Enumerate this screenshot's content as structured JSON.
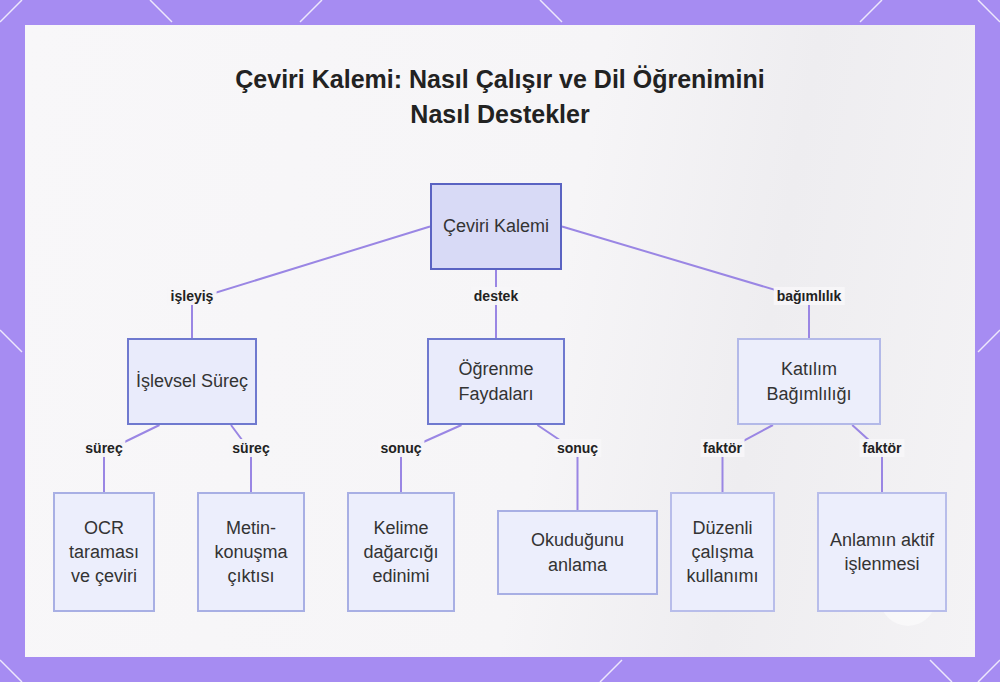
{
  "diagram": {
    "title": "Çeviri Kalemi: Nasıl Çalışır ve Dil Öğrenimini Nasıl Destekler",
    "nodes": [
      {
        "text": [
          "Çeviri Kalemi"
        ]
      },
      {
        "text": [
          "İşlevsel Süreç"
        ]
      },
      {
        "text": [
          "Öğrenme Faydaları"
        ]
      },
      {
        "text": [
          "Katılım Bağımlılığı"
        ]
      },
      {
        "text": [
          "OCR taraması ve çeviri"
        ]
      },
      {
        "text": [
          "Metin-konuşma çıktısı"
        ]
      },
      {
        "text": [
          "Kelime dağarcığı edinimi"
        ]
      },
      {
        "text": [
          "Okuduğunu anlama"
        ]
      },
      {
        "text": [
          "Düzenli çalışma kullanımı"
        ]
      },
      {
        "text": [
          "Anlamın aktif işlenmesi"
        ]
      }
    ],
    "edges": [
      {
        "from": 0,
        "to": 1,
        "label": "işleyiş",
        "arrow": "none"
      },
      {
        "from": 0,
        "to": 2,
        "label": "destek",
        "arrow": "none"
      },
      {
        "from": 0,
        "to": 3,
        "label": "bağımlılık",
        "arrow": "none"
      },
      {
        "from": 1,
        "to": 4,
        "label": "süreç",
        "arrow": "none"
      },
      {
        "from": 1,
        "to": 5,
        "label": "süreç",
        "arrow": "none"
      },
      {
        "from": 2,
        "to": 6,
        "label": "sonuç",
        "arrow": "none"
      },
      {
        "from": 2,
        "to": 7,
        "label": "sonuç",
        "arrow": "none"
      },
      {
        "from": 3,
        "to": 8,
        "label": "faktör",
        "arrow": "none"
      },
      {
        "from": 3,
        "to": 9,
        "label": "faktör",
        "arrow": "none"
      }
    ]
  }
}
